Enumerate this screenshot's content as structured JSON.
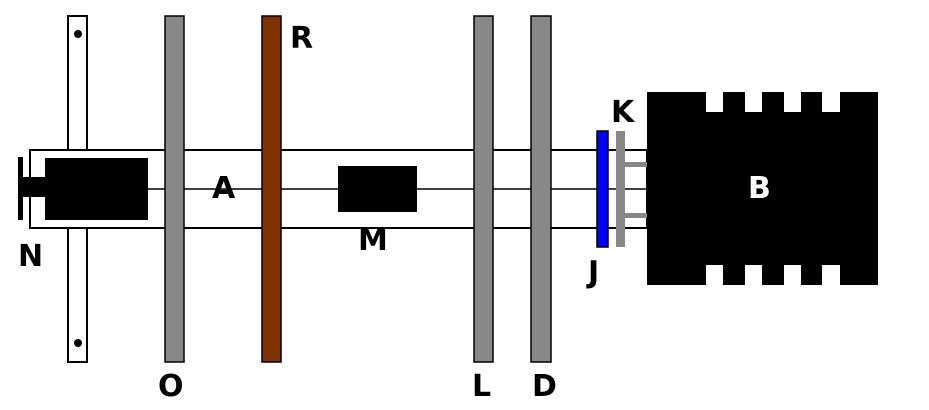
{
  "labels": {
    "R": "R",
    "A": "A",
    "N": "N",
    "O": "O",
    "M": "M",
    "L": "L",
    "D": "D",
    "K": "K",
    "J": "J",
    "B": "B"
  },
  "colors": {
    "gray": "#888888",
    "brown": "#7f3300",
    "blue": "#0000ff",
    "black": "#000000"
  }
}
